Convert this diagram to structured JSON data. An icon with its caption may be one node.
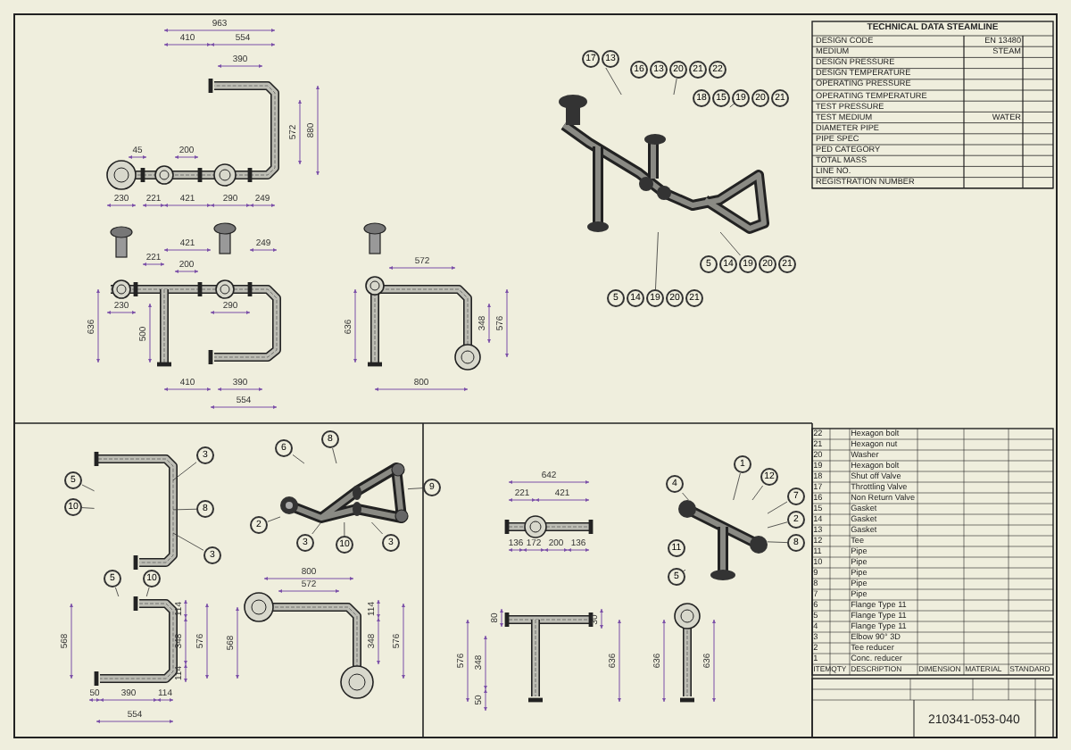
{
  "diagram": {
    "nodes": [
      {
        "text": [
          "17",
          "13"
        ]
      },
      {
        "text": [
          "16",
          "13",
          "20",
          "21",
          "22"
        ]
      },
      {
        "text": [
          "18",
          "15",
          "19",
          "20",
          "21"
        ]
      },
      {
        "text": [
          "5",
          "14",
          "19",
          "20",
          "21"
        ]
      },
      {
        "text": [
          "5",
          "14",
          "19",
          "20",
          "21"
        ]
      },
      {
        "text": [
          "5"
        ]
      },
      {
        "text": [
          "10"
        ]
      },
      {
        "text": [
          "3"
        ]
      },
      {
        "text": [
          "8"
        ]
      },
      {
        "text": [
          "3"
        ]
      },
      {
        "text": [
          "6"
        ]
      },
      {
        "text": [
          "8"
        ]
      },
      {
        "text": [
          "9"
        ]
      },
      {
        "text": [
          "2"
        ]
      },
      {
        "text": [
          "3"
        ]
      },
      {
        "text": [
          "10"
        ]
      },
      {
        "text": [
          "3"
        ]
      },
      {
        "text": [
          "5"
        ]
      },
      {
        "text": [
          "10"
        ]
      },
      {
        "text": [
          "1"
        ]
      },
      {
        "text": [
          "12"
        ]
      },
      {
        "text": [
          "4"
        ]
      },
      {
        "text": [
          "7"
        ]
      },
      {
        "text": [
          "2"
        ]
      },
      {
        "text": [
          "11"
        ]
      },
      {
        "text": [
          "8"
        ]
      },
      {
        "text": [
          "5"
        ]
      },
      {
        "text": [],
        "shape": "picture"
      },
      {
        "text": [],
        "shape": "picture"
      },
      {
        "text": [],
        "shape": "picture"
      },
      {
        "text": [],
        "shape": "picture"
      },
      {
        "text": [],
        "shape": "picture"
      }
    ],
    "edges": [
      {
        "from": 0,
        "to": 27,
        "arrow": "none"
      },
      {
        "from": 1,
        "to": 27,
        "arrow": "none"
      },
      {
        "from": 2,
        "to": 27,
        "arrow": "none"
      },
      {
        "from": 3,
        "to": 27,
        "arrow": "none"
      },
      {
        "from": 4,
        "to": 27,
        "arrow": "none"
      },
      {
        "from": 5,
        "to": 28,
        "arrow": "none"
      },
      {
        "from": 6,
        "to": 28,
        "arrow": "none"
      },
      {
        "from": 7,
        "to": 28,
        "arrow": "none"
      },
      {
        "from": 8,
        "to": 28,
        "arrow": "none"
      },
      {
        "from": 9,
        "to": 28,
        "arrow": "none"
      },
      {
        "from": 10,
        "to": 29,
        "arrow": "none"
      },
      {
        "from": 11,
        "to": 29,
        "arrow": "none"
      },
      {
        "from": 12,
        "to": 29,
        "arrow": "none"
      },
      {
        "from": 13,
        "to": 29,
        "arrow": "none"
      },
      {
        "from": 14,
        "to": 29,
        "arrow": "none"
      },
      {
        "from": 15,
        "to": 29,
        "arrow": "none"
      },
      {
        "from": 16,
        "to": 29,
        "arrow": "none"
      },
      {
        "from": 17,
        "to": 30,
        "arrow": "none"
      },
      {
        "from": 18,
        "to": 30,
        "arrow": "none"
      },
      {
        "from": 19,
        "to": 31,
        "arrow": "none"
      },
      {
        "from": 20,
        "to": 31,
        "arrow": "none"
      },
      {
        "from": 21,
        "to": 31,
        "arrow": "none"
      },
      {
        "from": 22,
        "to": 31,
        "arrow": "none"
      },
      {
        "from": 23,
        "to": 31,
        "arrow": "none"
      },
      {
        "from": 24,
        "to": 31,
        "arrow": "none"
      },
      {
        "from": 25,
        "to": 31,
        "arrow": "none"
      },
      {
        "from": 26,
        "to": 31,
        "arrow": "none"
      }
    ],
    "labels": [
      "963",
      "410",
      "554",
      "390",
      "572",
      "880",
      "45",
      "200",
      "230",
      "221",
      "421",
      "290",
      "249",
      "221",
      "421",
      "200",
      "249",
      "230",
      "290",
      "636",
      "500",
      "410",
      "390",
      "554",
      "572",
      "636",
      "348",
      "576",
      "800",
      "TECHNICAL DATA STEAMLINE",
      "DESIGN CODE",
      "EN 13480",
      "MEDIUM",
      "STEAM",
      "DESIGN PRESSURE",
      "DESIGN TEMPERATURE",
      "OPERATING PRESSURE",
      "OPERATING TEMPERATURE",
      "TEST PRESSURE",
      "TEST MEDIUM",
      "WATER",
      "DIAMETER PIPE",
      "PIPE SPEC",
      "PED CATEGORY",
      "TOTAL MASS",
      "LINE NO.",
      "REGISTRATION NUMBER",
      "568",
      "114",
      "348",
      "114",
      "576",
      "50",
      "390",
      "114",
      "554",
      "800",
      "572",
      "568",
      "114",
      "348",
      "576",
      "642",
      "221",
      "421",
      "136",
      "172",
      "200",
      "136",
      "576",
      "348",
      "80",
      "50",
      "30",
      "636",
      "636",
      "636",
      "22",
      "Hexagon bolt",
      "21",
      "Hexagon nut",
      "20",
      "Washer",
      "19",
      "Hexagon bolt",
      "18",
      "Shut off Valve",
      "17",
      "Throttling Valve",
      "16",
      "Non Return Valve",
      "15",
      "Gasket",
      "14",
      "Gasket",
      "13",
      "Gasket",
      "12",
      "Tee",
      "11",
      "Pipe",
      "10",
      "Pipe",
      "9",
      "Pipe",
      "8",
      "Pipe",
      "7",
      "Pipe",
      "6",
      "Flange Type 11",
      "5",
      "Flange Type 11",
      "4",
      "Flange Type 11",
      "3",
      "Elbow 90° 3D",
      "2",
      "Tee reducer",
      "1",
      "Conc. reducer",
      "ITEM",
      "QTY",
      "DESCRIPTION",
      "DIMENSION",
      "MATERIAL",
      "STANDARD",
      "210341-053-040"
    ]
  }
}
